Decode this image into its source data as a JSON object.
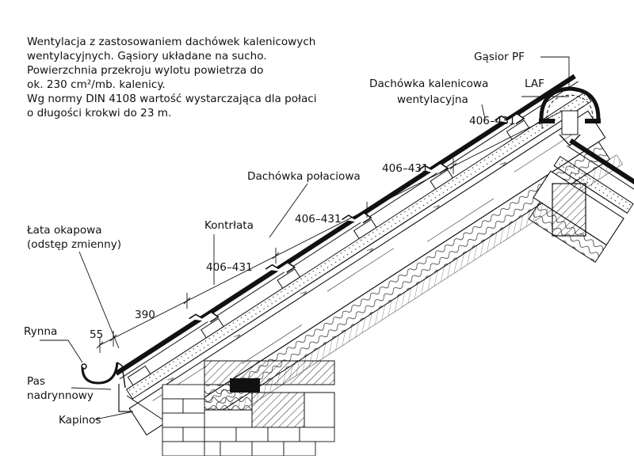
{
  "description_lines": [
    "Wentylacja z zastosowaniem dachówek kalenicowych",
    "wentylacyjnych. Gąsiory układane na sucho.",
    "Powierzchnia przekroju wylotu powietrza do",
    "ok. 230 cm²/mb. kalenicy.",
    "Wg normy DIN 4108 wartość wystarczająca dla połaci",
    "o długości krokwi do 23 m."
  ],
  "labels": {
    "gasior": "Gąsior PF",
    "laf": "LAF",
    "dachowka_kalenicowa_1": "Dachówka kalenicowa",
    "dachowka_kalenicowa_2": "wentylacyjna",
    "dachowka_polaciowa": "Dachówka połaciowa",
    "kontrlata": "Kontrłata",
    "lata_okapowa_1": "Łata okapowa",
    "lata_okapowa_2": "(odstęp zmienny)",
    "rynna": "Rynna",
    "pas_1": "Pas",
    "pas_2": "nadrynnowy",
    "kapinos": "Kapinos"
  },
  "dimensions": {
    "d55": "55",
    "d390": "390",
    "spacing_1": "406–431",
    "spacing_2": "406–431",
    "spacing_3": "406–431",
    "spacing_4": "406–431"
  }
}
